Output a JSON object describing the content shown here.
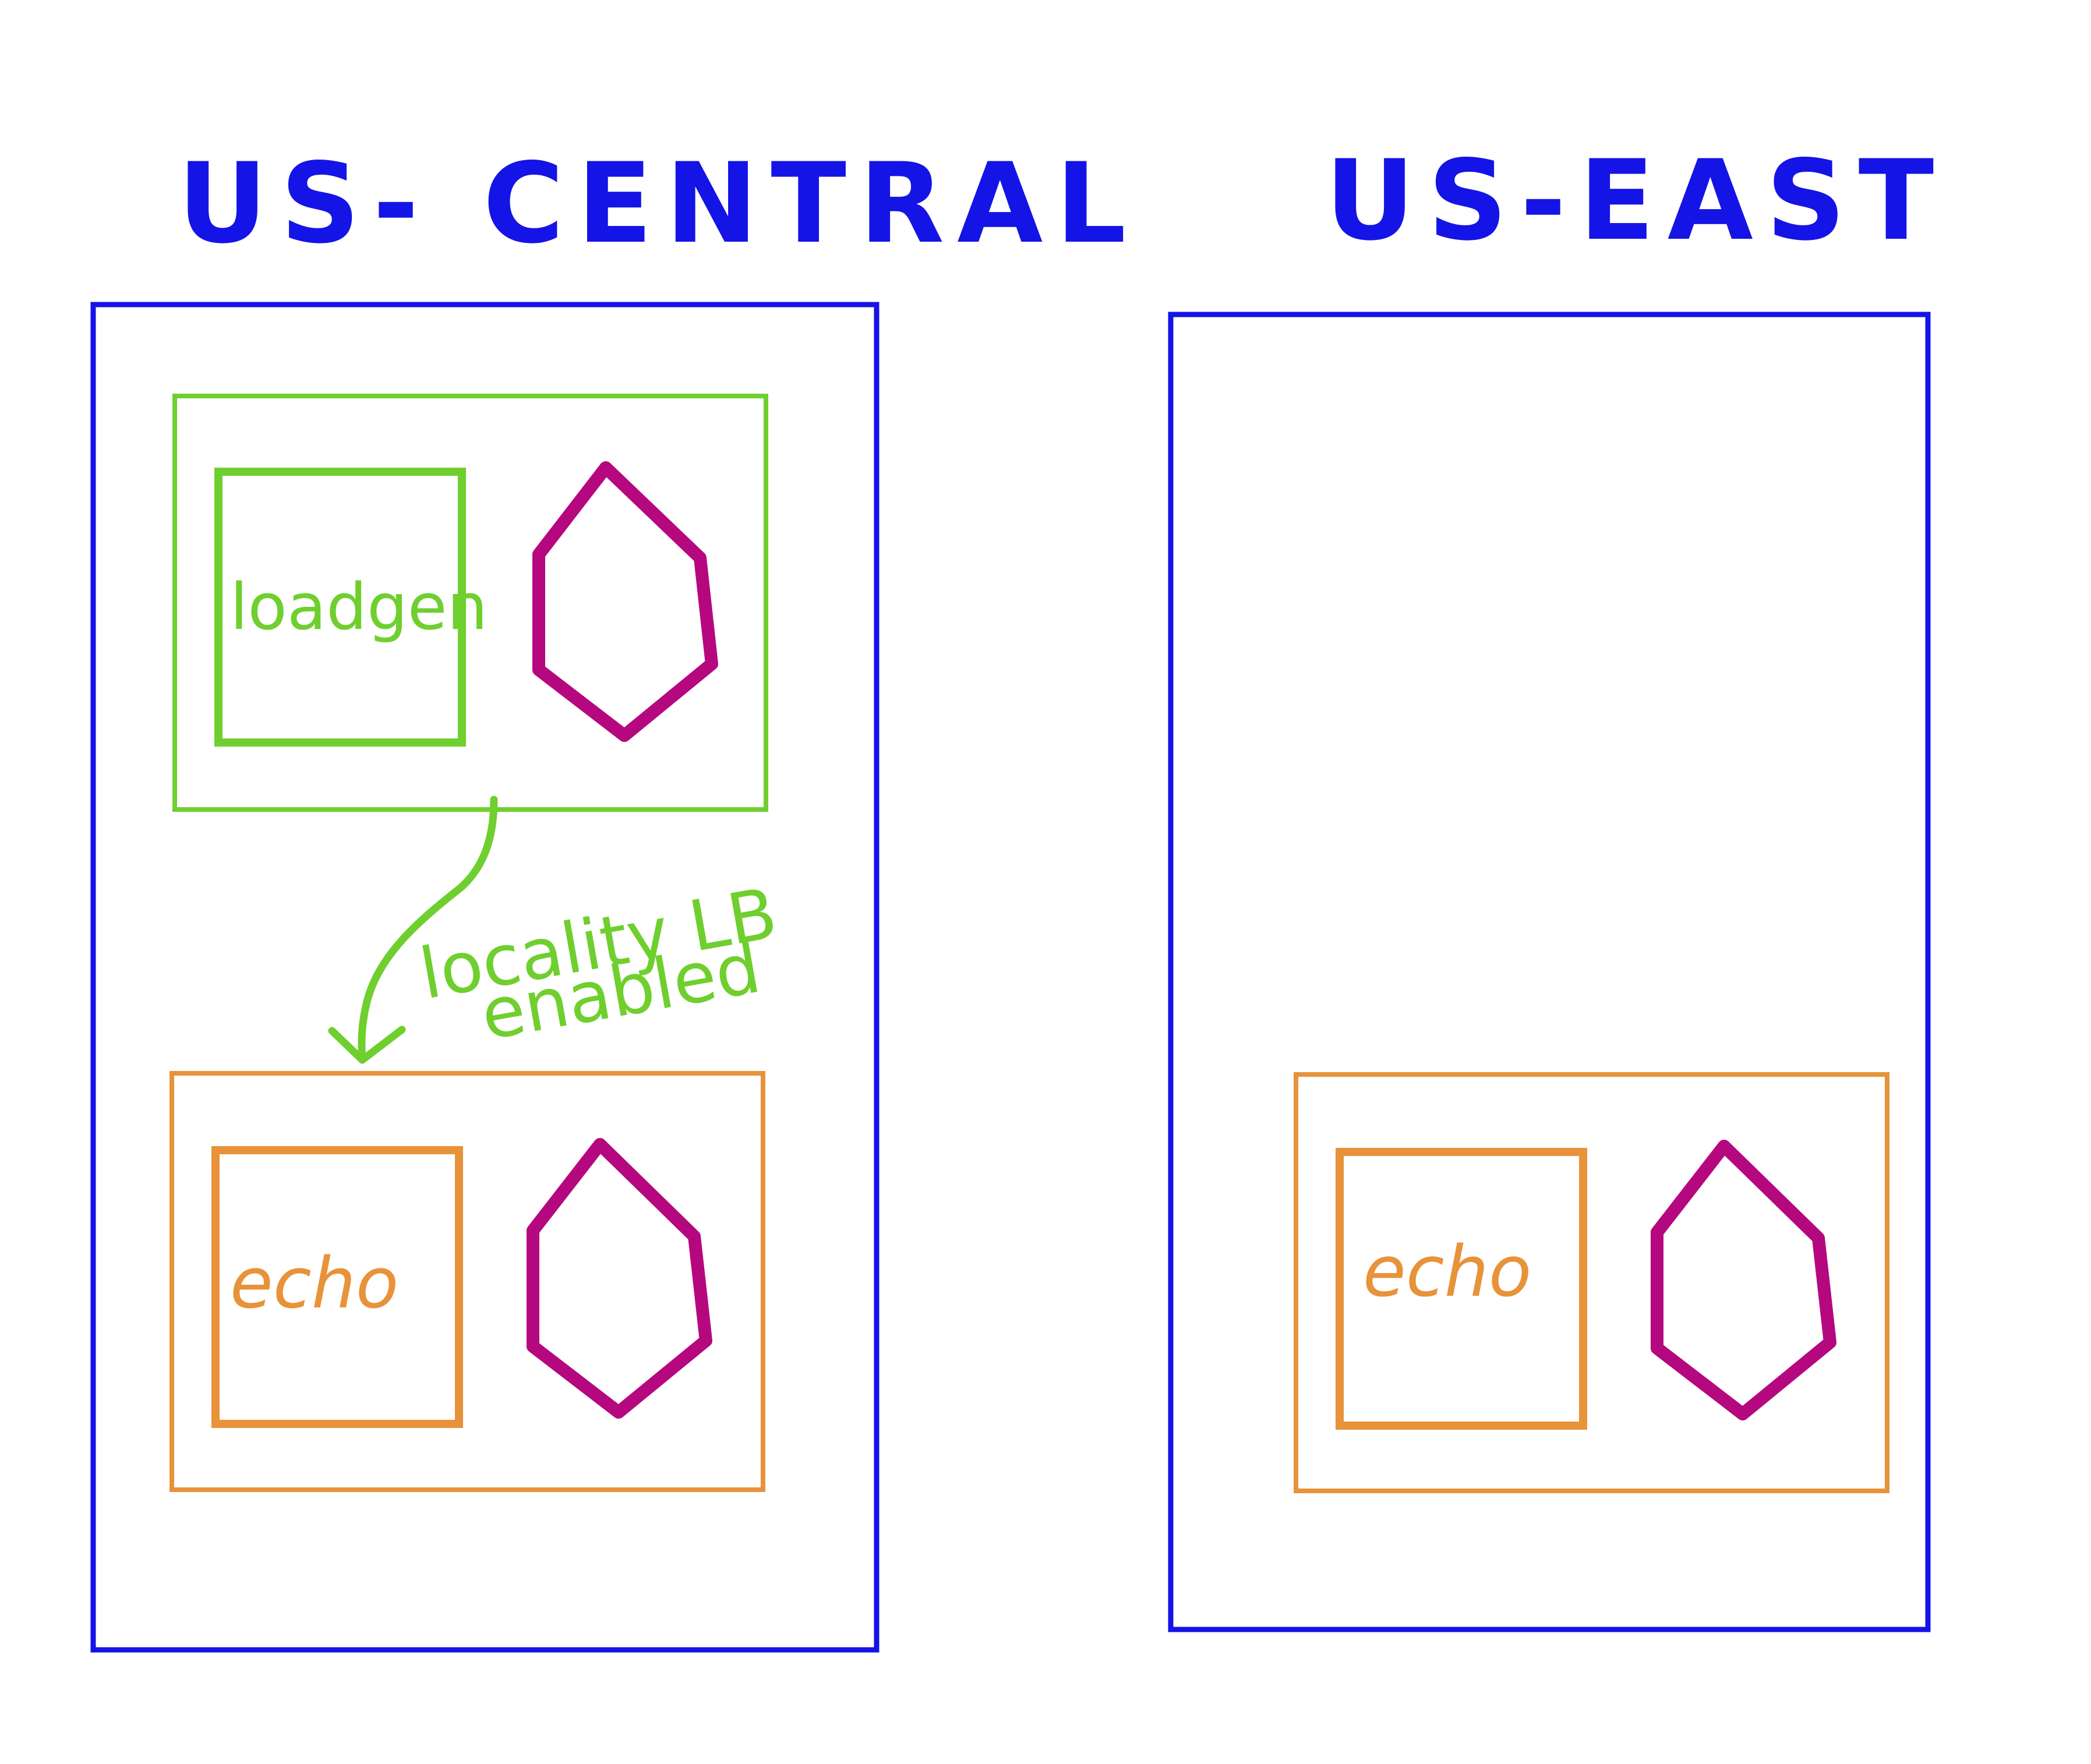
{
  "regions": [
    {
      "title": "US- CENTRAL",
      "color": "#1414e6",
      "workloads": [
        {
          "label": "loadgen",
          "color": "#6fcf2e",
          "sidecar_color": "#b5087f"
        },
        {
          "label": "echo",
          "color": "#e8923a",
          "sidecar_color": "#b5087f"
        }
      ],
      "annotation": {
        "lines": [
          "locality LB",
          "enabled"
        ],
        "color": "#6fcf2e"
      }
    },
    {
      "title": "US-EAST",
      "color": "#1414e6",
      "workloads": [
        {
          "label": "echo",
          "color": "#e8923a",
          "sidecar_color": "#b5087f"
        }
      ]
    }
  ]
}
